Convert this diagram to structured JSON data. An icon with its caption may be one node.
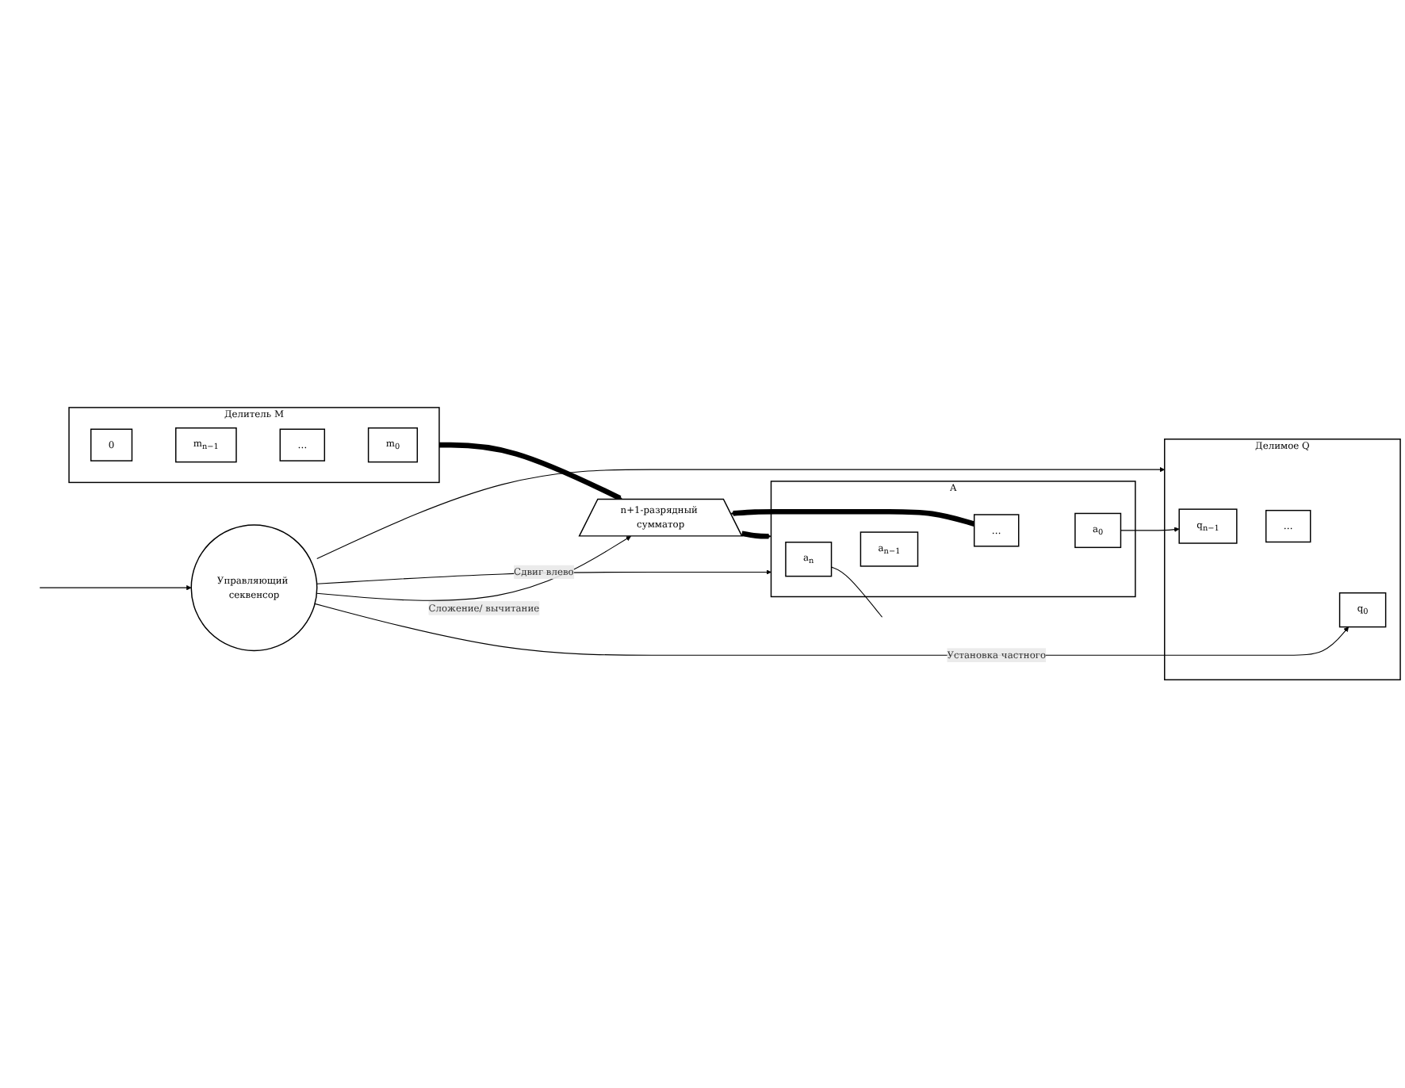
{
  "diagram": {
    "nodes": [
      {
        "text": [
          "A"
        ]
      },
      {
        "text": [
          "a$_{n}$"
        ],
        "in": 0
      },
      {
        "text": [
          "a$_{n−1}$"
        ],
        "in": 0
      },
      {
        "text": [
          "…"
        ],
        "in": 0
      },
      {
        "text": [
          "a$_{0}$"
        ],
        "in": 0
      },
      {
        "text": [
          "Делимое Q"
        ]
      },
      {
        "text": [
          "q$_{n−1}$"
        ],
        "in": 5
      },
      {
        "text": [
          "…"
        ],
        "in": 5
      },
      {
        "text": [
          "q$_{0}$"
        ],
        "in": 5
      },
      {
        "text": [
          "n+1-разрядный сумматор"
        ]
      },
      {
        "text": [
          "Делитель M"
        ]
      },
      {
        "text": [
          "0"
        ],
        "in": 10
      },
      {
        "text": [
          "m$_{n−1}$"
        ],
        "in": 10
      },
      {
        "text": [
          "…"
        ],
        "in": 10
      },
      {
        "text": [
          "m$_{0}$"
        ],
        "in": 10
      },
      {
        "text": [
          "Управляющий секвенсор"
        ]
      }
    ],
    "edges": [
      {
        "from": 9,
        "to": 0,
        "arrow": "to",
        "style": "thick"
      },
      {
        "from": 4,
        "to": 6,
        "arrow": "to"
      },
      {
        "from": 15,
        "to": 0,
        "arrow": "to",
        "label": "Сдвиг влево"
      },
      {
        "from": 15,
        "to": 5,
        "arrow": "to"
      },
      {
        "from": 1,
        "to": null,
        "arrow": "none"
      },
      {
        "from": 3,
        "to": 9,
        "arrow": "to",
        "style": "thick"
      },
      {
        "from": 15,
        "to": 8,
        "arrow": "to",
        "label": "Установка частного"
      },
      {
        "from": 15,
        "to": 9,
        "arrow": "to",
        "label": "Сложение/ вычитание"
      },
      {
        "from": 10,
        "to": 9,
        "arrow": "to",
        "style": "thick"
      },
      {
        "from": null,
        "to": 15,
        "arrow": "to"
      }
    ]
  }
}
